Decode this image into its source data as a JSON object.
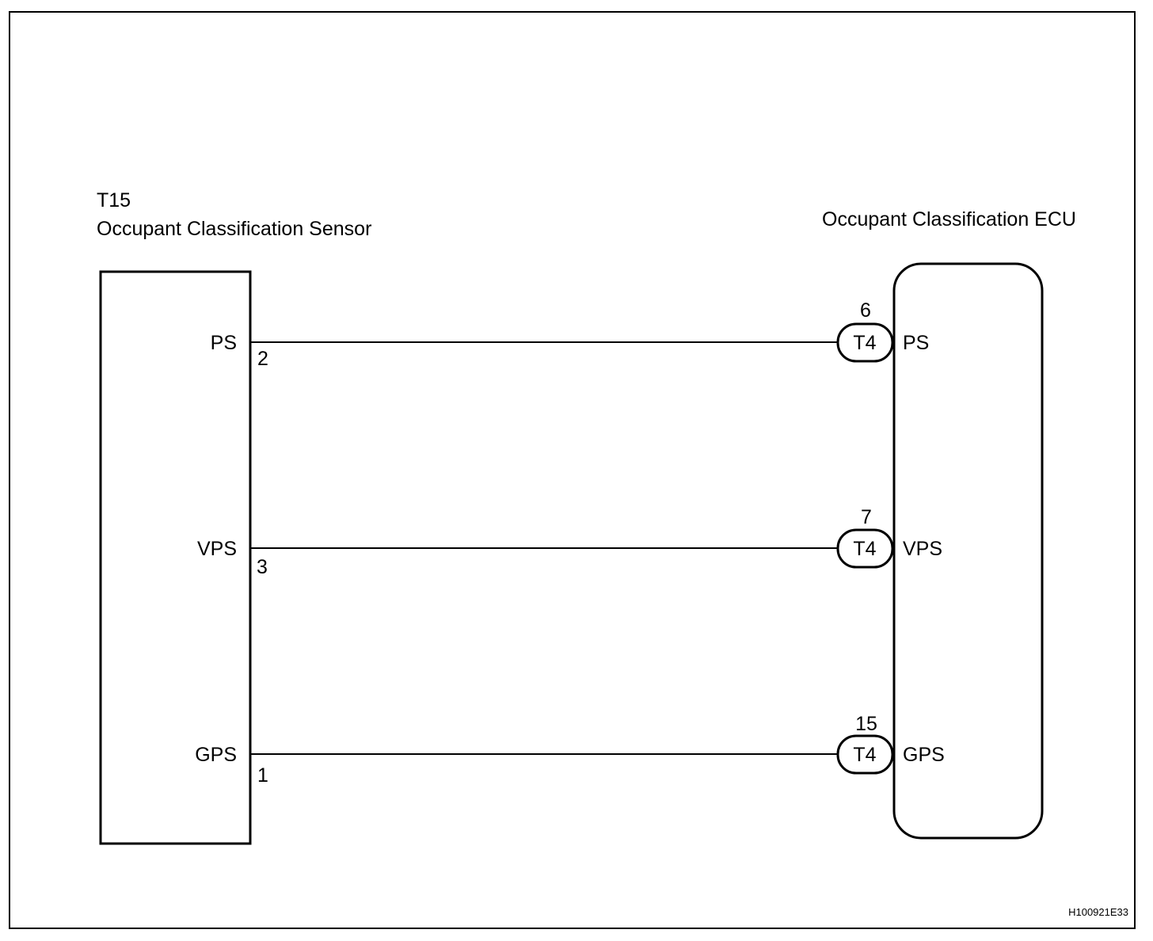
{
  "sensor": {
    "code": "T15",
    "name": "Occupant Classification Sensor"
  },
  "ecu": {
    "name": "Occupant Classification ECU"
  },
  "circuits": [
    {
      "signal": "PS",
      "sensor_pin": "2",
      "ecu_pin": "6",
      "ecu_connector": "T4",
      "ecu_terminal": "PS"
    },
    {
      "signal": "VPS",
      "sensor_pin": "3",
      "ecu_pin": "7",
      "ecu_connector": "T4",
      "ecu_terminal": "VPS"
    },
    {
      "signal": "GPS",
      "sensor_pin": "1",
      "ecu_pin": "15",
      "ecu_connector": "T4",
      "ecu_terminal": "GPS"
    }
  ],
  "figure_code": "H100921E33"
}
